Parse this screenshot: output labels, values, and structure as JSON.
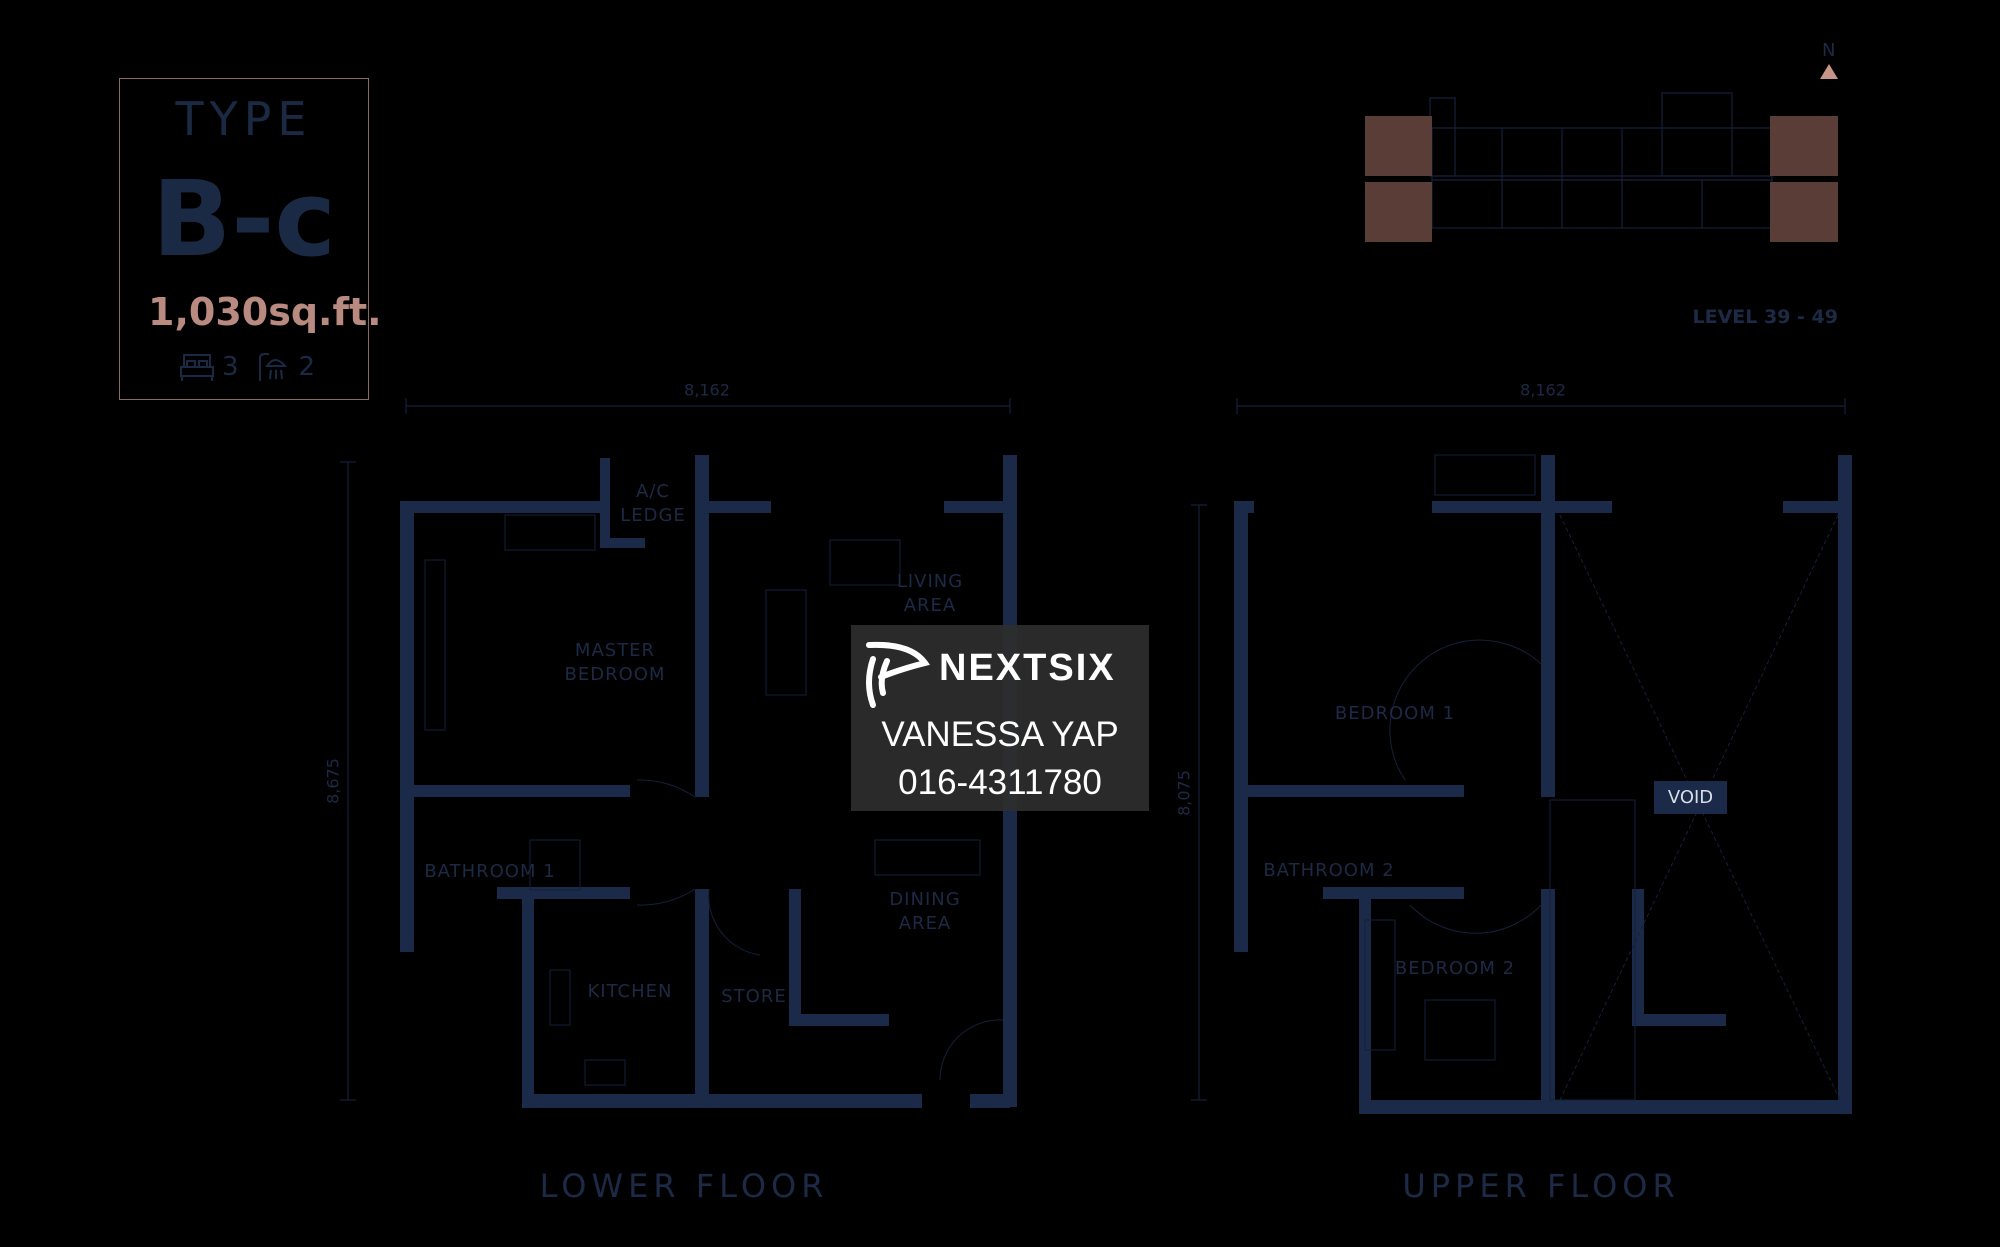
{
  "unit": {
    "type_word": "TYPE",
    "type_code": "B-c",
    "area": "1,030sq.ft.",
    "bedrooms": "3",
    "bathrooms": "2",
    "bed_icon": "bed-icon",
    "bath_icon": "shower-icon"
  },
  "key_plan": {
    "north_label": "N",
    "level": "LEVEL 39 - 49",
    "highlight_color": "#5a3d36"
  },
  "lower_floor": {
    "title": "LOWER FLOOR",
    "width_dim": "8,162",
    "height_dim": "8,675",
    "rooms": {
      "master_bedroom": "MASTER\nBEDROOM",
      "ac_ledge": "A/C\nLEDGE",
      "living": "LIVING\nAREA",
      "dining": "DINING\nAREA",
      "bathroom1": "BATHROOM 1",
      "kitchen": "KITCHEN",
      "store": "STORE"
    }
  },
  "upper_floor": {
    "title": "UPPER FLOOR",
    "width_dim": "8,162",
    "height_dim": "8,075",
    "rooms": {
      "bedroom1": "BEDROOM 1",
      "bathroom2": "BATHROOM 2",
      "bedroom2": "BEDROOM 2",
      "void": "VOID"
    }
  },
  "watermark": {
    "brand": "NEXTSIX",
    "agent": "VANESSA YAP",
    "phone": "016-4311780"
  },
  "colors": {
    "wall": "#1a2a48",
    "accent": "#b98a80",
    "background": "#000000"
  }
}
